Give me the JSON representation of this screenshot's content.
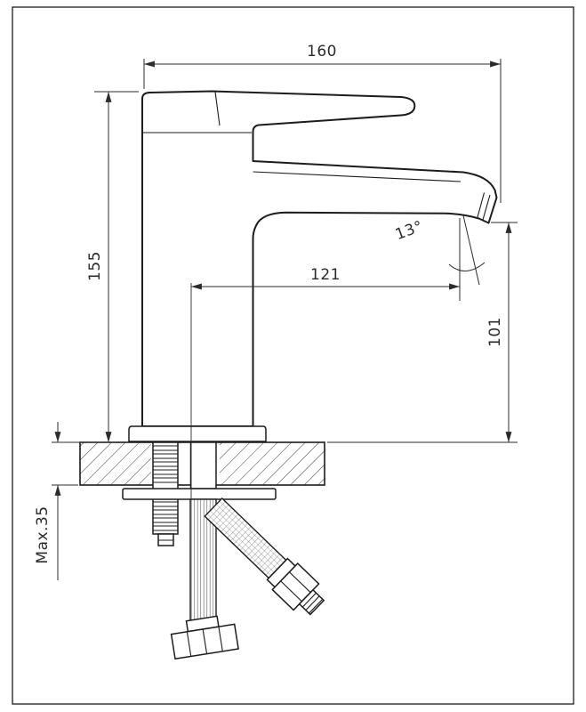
{
  "drawing": {
    "title": "basin-faucet-installation-drawing",
    "dimensions": {
      "total_width": "160",
      "body_height": "155",
      "spout_reach": "121",
      "spout_height": "101",
      "spout_angle": "13°",
      "max_mount_thickness": "Max.35"
    },
    "colors": {
      "line": "#1c1c1c",
      "background": "#ffffff"
    }
  }
}
